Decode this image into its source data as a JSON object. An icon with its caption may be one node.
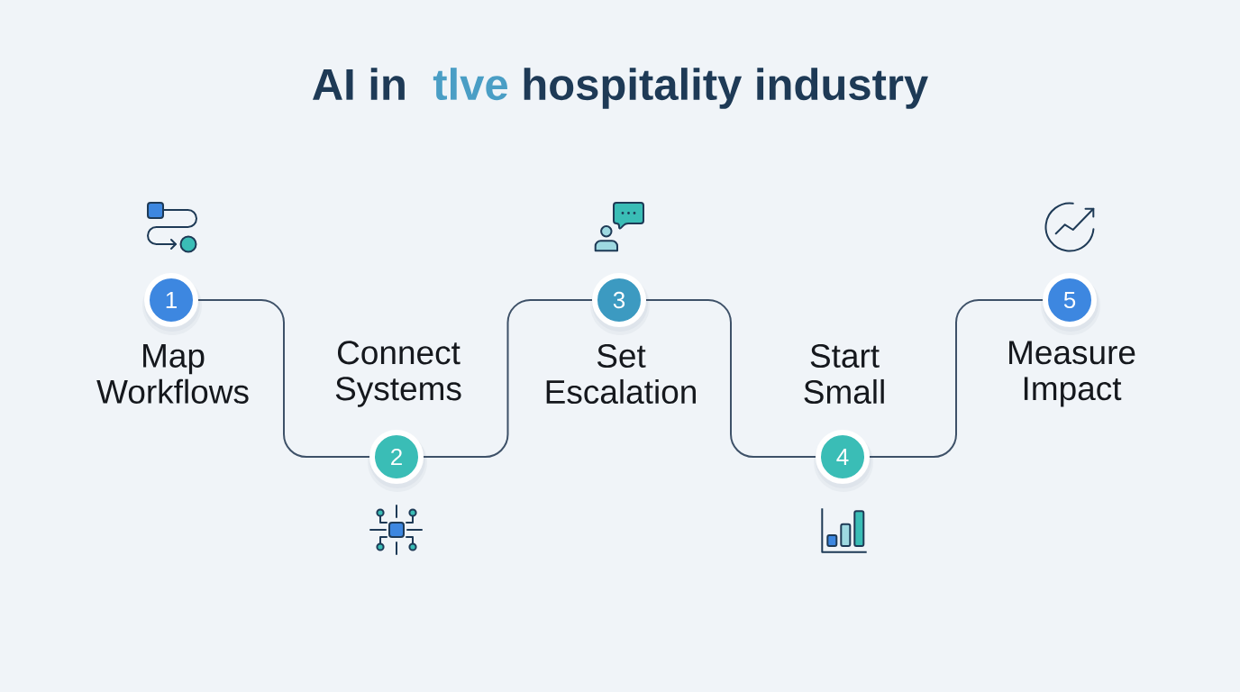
{
  "diagram": {
    "title": "AI in tlve hospitality industry",
    "nodes": [
      {
        "text": [
          "1"
        ],
        "beside": [
          "Map Workflows"
        ]
      },
      {
        "text": [
          "2"
        ],
        "beside": [
          "Connect Systems"
        ]
      },
      {
        "text": [
          "3"
        ],
        "beside": [
          "Set Escalation"
        ]
      },
      {
        "text": [
          "4"
        ],
        "beside": [
          "Start Small"
        ]
      },
      {
        "text": [
          "5"
        ],
        "beside": [
          "Measure Impact"
        ]
      }
    ],
    "edges": [
      {
        "from": 0,
        "to": 1,
        "arrow": "none"
      },
      {
        "from": 1,
        "to": 2,
        "arrow": "none"
      },
      {
        "from": 2,
        "to": 3,
        "arrow": "none"
      },
      {
        "from": 3,
        "to": 4,
        "arrow": "none"
      }
    ]
  }
}
